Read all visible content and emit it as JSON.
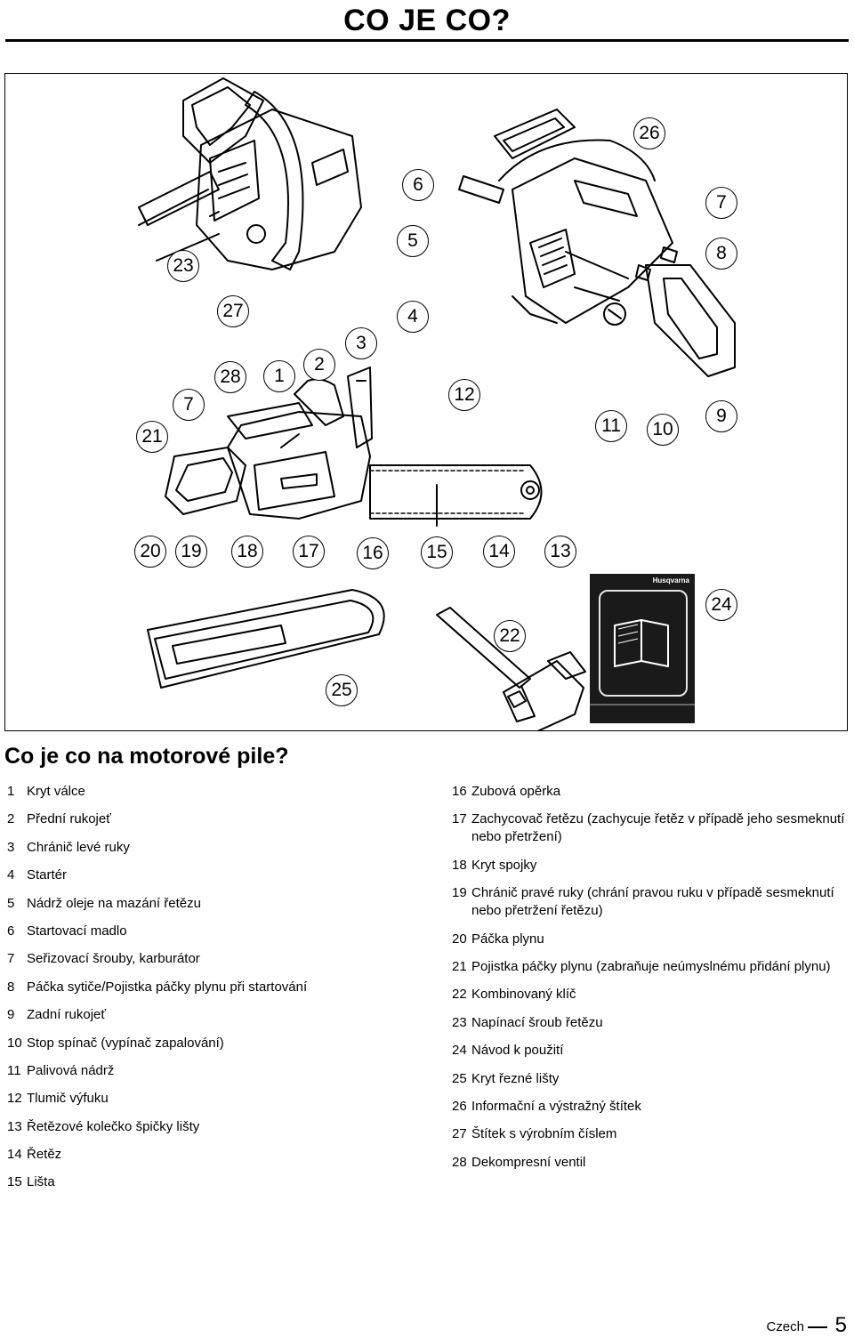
{
  "header": {
    "title": "CO JE CO?"
  },
  "figure": {
    "manual_brand": "Husqvarna",
    "callouts": [
      {
        "label": "26"
      },
      {
        "label": "6"
      },
      {
        "label": "7"
      },
      {
        "label": "5"
      },
      {
        "label": "8"
      },
      {
        "label": "23"
      },
      {
        "label": "27"
      },
      {
        "label": "4"
      },
      {
        "label": "3"
      },
      {
        "label": "2"
      },
      {
        "label": "28"
      },
      {
        "label": "1"
      },
      {
        "label": "12"
      },
      {
        "label": "7"
      },
      {
        "label": "21"
      },
      {
        "label": "11"
      },
      {
        "label": "10"
      },
      {
        "label": "9"
      },
      {
        "label": "20"
      },
      {
        "label": "19"
      },
      {
        "label": "18"
      },
      {
        "label": "17"
      },
      {
        "label": "16"
      },
      {
        "label": "15"
      },
      {
        "label": "14"
      },
      {
        "label": "13"
      },
      {
        "label": "24"
      },
      {
        "label": "22"
      },
      {
        "label": "25"
      }
    ]
  },
  "section": {
    "title": "Co je co na motorové pile?"
  },
  "legend_left": [
    {
      "num": "1",
      "text": "Kryt válce"
    },
    {
      "num": "2",
      "text": "Přední rukojeť"
    },
    {
      "num": "3",
      "text": "Chránič levé ruky"
    },
    {
      "num": "4",
      "text": "Startér"
    },
    {
      "num": "5",
      "text": "Nádrž oleje na mazání řetězu"
    },
    {
      "num": "6",
      "text": "Startovací madlo"
    },
    {
      "num": "7",
      "text": "Seřizovací šrouby, karburátor"
    },
    {
      "num": "8",
      "text": "Páčka sytiče/Pojistka páčky plynu při startování"
    },
    {
      "num": "9",
      "text": "Zadní rukojeť"
    },
    {
      "num": "10",
      "text": "Stop spínač (vypínač zapalování)"
    },
    {
      "num": "11",
      "text": "Palivová nádrž"
    },
    {
      "num": "12",
      "text": "Tlumič výfuku"
    },
    {
      "num": "13",
      "text": "Řetězové kolečko špičky lišty"
    },
    {
      "num": "14",
      "text": "Řetěz"
    },
    {
      "num": "15",
      "text": "Lišta"
    }
  ],
  "legend_right": [
    {
      "num": "16",
      "text": "Zubová opěrka"
    },
    {
      "num": "17",
      "text": "Zachycovač řetězu (zachycuje řetěz v případě jeho sesmeknutí nebo přetržení)"
    },
    {
      "num": "18",
      "text": "Kryt spojky"
    },
    {
      "num": "19",
      "text": "Chránič pravé ruky (chrání pravou ruku v případě sesmeknutí nebo přetržení řetězu)"
    },
    {
      "num": "20",
      "text": "Páčka plynu"
    },
    {
      "num": "21",
      "text": "Pojistka páčky plynu (zabraňuje neúmyslnému přidání plynu)"
    },
    {
      "num": "22",
      "text": "Kombinovaný klíč"
    },
    {
      "num": "23",
      "text": "Napínací šroub řetězu"
    },
    {
      "num": "24",
      "text": "Návod k použití"
    },
    {
      "num": "25",
      "text": "Kryt řezné lišty"
    },
    {
      "num": "26",
      "text": "Informační a výstražný štítek"
    },
    {
      "num": "27",
      "text": "Štítek s výrobním číslem"
    },
    {
      "num": "28",
      "text": "Dekompresní ventil"
    }
  ],
  "footer": {
    "language": "Czech",
    "page": "5"
  }
}
